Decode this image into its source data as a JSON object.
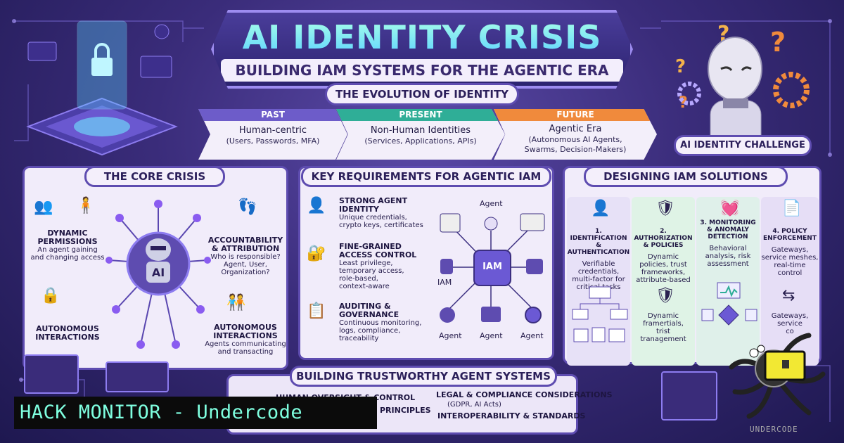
{
  "header": {
    "title": "AI IDENTITY CRISIS",
    "subtitle": "BUILDING IAM SYSTEMS FOR THE AGENTIC ERA"
  },
  "evolution": {
    "label": "THE EVOLUTION OF IDENTITY",
    "stages": [
      {
        "heading": "PAST",
        "line1": "Human-centric",
        "line2": "(Users, Passwords, MFA)",
        "color": "#6d5cc9"
      },
      {
        "heading": "PRESENT",
        "line1": "Non-Human Identities",
        "line2": "(Services, Applications, APIs)",
        "color": "#2fae97"
      },
      {
        "heading": "FUTURE",
        "line1": "Agentic Era",
        "line2": "(Autonomous AI Agents,",
        "line3": "Swarms, Decision-Makers)",
        "color": "#f08a3c"
      }
    ]
  },
  "challenge": {
    "label": "AI IDENTITY CHALLENGE"
  },
  "core_crisis": {
    "title": "THE CORE CRISIS",
    "center": "AI",
    "items": [
      {
        "title": "DYNAMIC",
        "title2": "PERMISSIONS",
        "desc": "An agent gaining",
        "desc2": "and changing access"
      },
      {
        "title": "ACCOUNTABILITY",
        "title2": "& ATTRIBUTION",
        "desc": "Who is responsible?",
        "desc2": "Agent, User,",
        "desc3": "Organization?"
      },
      {
        "title": "AUTONOMOUS",
        "title2": "INTERACTIONS"
      },
      {
        "title": "AUTONOMOUS",
        "title2": "INTERACTIONS",
        "desc": "Agents communicating",
        "desc2": "and transacting"
      }
    ]
  },
  "requirements": {
    "title": "KEY REQUIREMENTS FOR AGENTIC IAM",
    "items": [
      {
        "title": "STRONG AGENT",
        "title2": "IDENTITY",
        "desc": "Unique credentials,",
        "desc2": "crypto keys, certificates"
      },
      {
        "title": "FINE-GRAINED",
        "title2": "ACCESS CONTROL",
        "desc": "Least privilege,",
        "desc2": "temporary access,",
        "desc3": "role-based,",
        "desc4": "context-aware"
      },
      {
        "title": "AUDITING &",
        "title2": "GOVERNANCE",
        "desc": "Continuous monitoring,",
        "desc2": "logs, compliance,",
        "desc3": "traceability"
      }
    ],
    "hub": "IAM",
    "hub_side": "IAM",
    "agent_top": "Agent",
    "agents": [
      "Agent",
      "Agent",
      "Agent"
    ]
  },
  "solutions": {
    "title": "DESIGNING IAM SOLUTIONS",
    "columns": [
      {
        "t1": "1. IDENTIFICATION",
        "t2": "& AUTHENTICATION",
        "d1": "Verifiable",
        "d2": "credentials,",
        "d3": "multi-factor for",
        "d4": "critical tasks",
        "color": "#e7e1f7"
      },
      {
        "t1": "2. AUTHORIZATION",
        "t2": "& POLICIES",
        "d1": "Dynamic",
        "d2": "policies, trust",
        "d3": "frameworks,",
        "d4": "attribute-based",
        "b1": "Dynamic",
        "b2": "framertials,",
        "b3": "trist",
        "b4": "tranagement",
        "color": "#dff3e6"
      },
      {
        "t1": "3. MONITORING",
        "t2": "& ANOMALY",
        "t3": "DETECTION",
        "d1": "Behavioral",
        "d2": "analysis, risk",
        "d3": "assessment",
        "color": "#dff0ea"
      },
      {
        "t1": "4. POLICY",
        "t2": "ENFORCEMENT",
        "d1": "Gateways,",
        "d2": "service meshes,",
        "d3": "real-time",
        "d4": "control",
        "b1": "Gateways,",
        "b2": "service",
        "b3": "co",
        "color": "#e6def6"
      }
    ]
  },
  "trust": {
    "title": "BUILDING TRUSTWORTHY AGENT SYSTEMS",
    "left1": "HUMAN OVERSIGHT & CONTROL",
    "left2": "PRINCIPLES",
    "right1": "LEGAL & COMPLIANCE CONSIDERATIONS",
    "right1b": "(GDPR, AI Acts)",
    "right2": "INTEROPERABILITY & STANDARDS"
  },
  "watermark": {
    "label": "HACK MONITOR - Undercode",
    "brand": "UNDERCODE"
  }
}
